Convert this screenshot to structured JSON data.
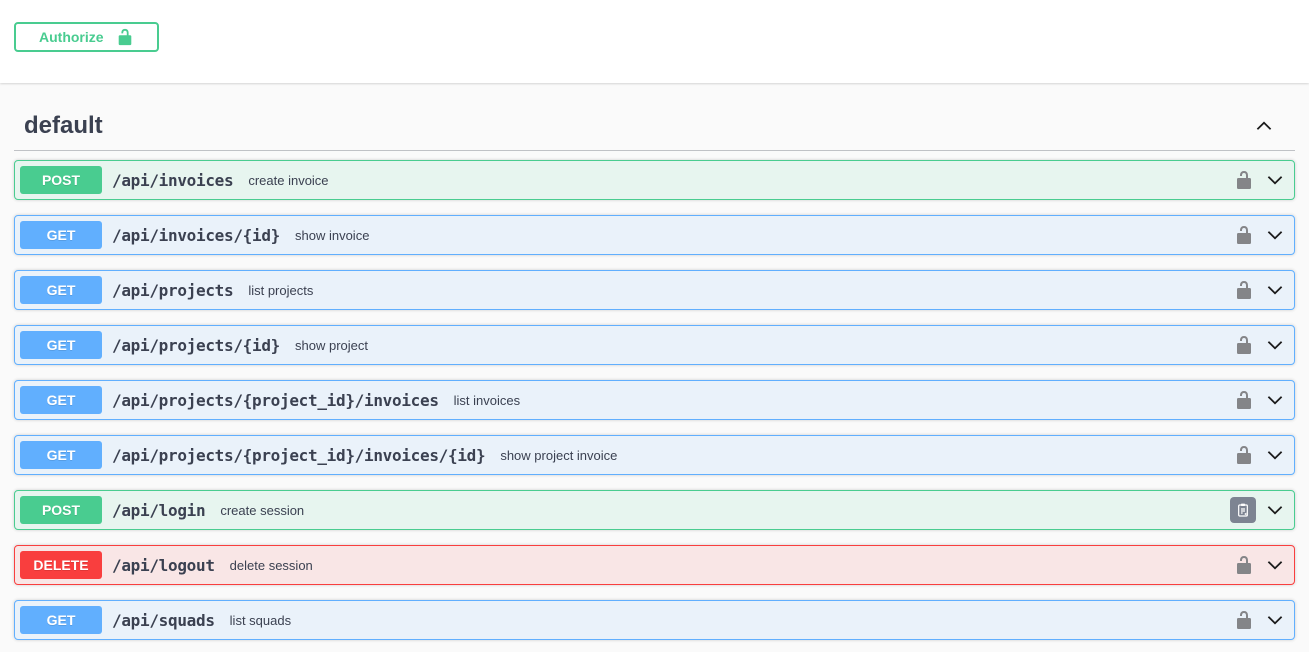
{
  "authorize": {
    "label": "Authorize",
    "icon": "unlocked-padlock-icon",
    "accent_color": "#49cc90"
  },
  "section": {
    "title": "default",
    "state": "expanded",
    "collapse_icon": "chevron-up-icon"
  },
  "method_colors": {
    "GET": "#61affe",
    "POST": "#49cc90",
    "DELETE": "#f93e3e"
  },
  "row_icon_colors": {
    "lock_gray": "#848588",
    "clipboard_bg": "#7d8492",
    "chevron": "#1b1b1b"
  },
  "operations": [
    {
      "method": "POST",
      "path": "/api/invoices",
      "description": "create invoice",
      "right_icon": "unlocked-padlock"
    },
    {
      "method": "GET",
      "path": "/api/invoices/{id}",
      "description": "show invoice",
      "right_icon": "unlocked-padlock"
    },
    {
      "method": "GET",
      "path": "/api/projects",
      "description": "list projects",
      "right_icon": "unlocked-padlock"
    },
    {
      "method": "GET",
      "path": "/api/projects/{id}",
      "description": "show project",
      "right_icon": "unlocked-padlock"
    },
    {
      "method": "GET",
      "path": "/api/projects/{project_id}/invoices",
      "description": "list invoices",
      "right_icon": "unlocked-padlock"
    },
    {
      "method": "GET",
      "path": "/api/projects/{project_id}/invoices/{id}",
      "description": "show project invoice",
      "right_icon": "unlocked-padlock"
    },
    {
      "method": "POST",
      "path": "/api/login",
      "description": "create session",
      "right_icon": "clipboard"
    },
    {
      "method": "DELETE",
      "path": "/api/logout",
      "description": "delete session",
      "right_icon": "unlocked-padlock"
    },
    {
      "method": "GET",
      "path": "/api/squads",
      "description": "list squads",
      "right_icon": "unlocked-padlock"
    }
  ]
}
